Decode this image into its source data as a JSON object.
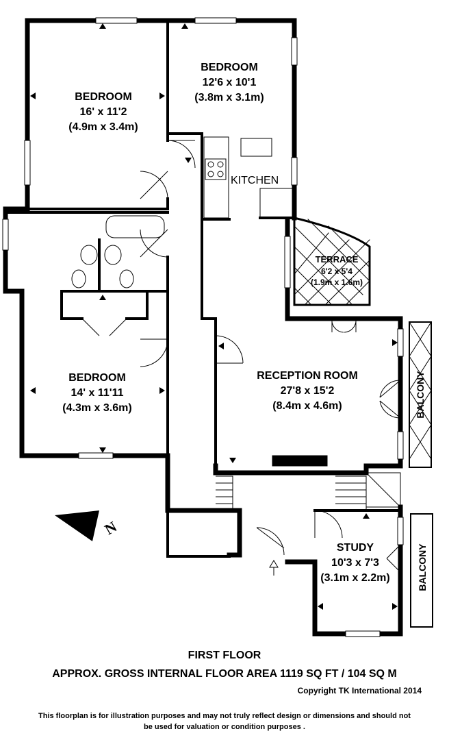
{
  "rooms": {
    "bedroom1": {
      "name": "BEDROOM",
      "imperial": "16' x 11'2",
      "metric": "(4.9m x 3.4m)"
    },
    "bedroom2": {
      "name": "BEDROOM",
      "imperial": "12'6 x 10'1",
      "metric": "(3.8m x 3.1m)"
    },
    "bedroom3": {
      "name": "BEDROOM",
      "imperial": "14' x 11'11",
      "metric": "(4.3m x 3.6m)"
    },
    "kitchen": {
      "name": "KITCHEN"
    },
    "terrace": {
      "name": "TERRACE",
      "imperial": "6'2 x 5'4",
      "metric": "(1.9m x 1.6m)"
    },
    "reception": {
      "name": "RECEPTION ROOM",
      "imperial": "27'8 x 15'2",
      "metric": "(8.4m x 4.6m)"
    },
    "balcony_east": {
      "name": "BALCONY"
    },
    "study": {
      "name": "STUDY",
      "imperial": "10'3 x 7'3",
      "metric": "(3.1m x 2.2m)"
    },
    "balcony_study": {
      "name": "BALCONY"
    }
  },
  "compass": {
    "label": "N"
  },
  "footer": {
    "floor": "FIRST FLOOR",
    "area": "APPROX. GROSS INTERNAL FLOOR AREA 1119 SQ FT / 104 SQ M",
    "copyright": "Copyright TK International 2014",
    "disclaimer_line1": "This floorplan is for illustration purposes and may not truly reflect design or dimensions and should not",
    "disclaimer_line2": "be used for valuation or condition purposes ."
  },
  "colors": {
    "wall": "#000000",
    "background": "#ffffff"
  }
}
